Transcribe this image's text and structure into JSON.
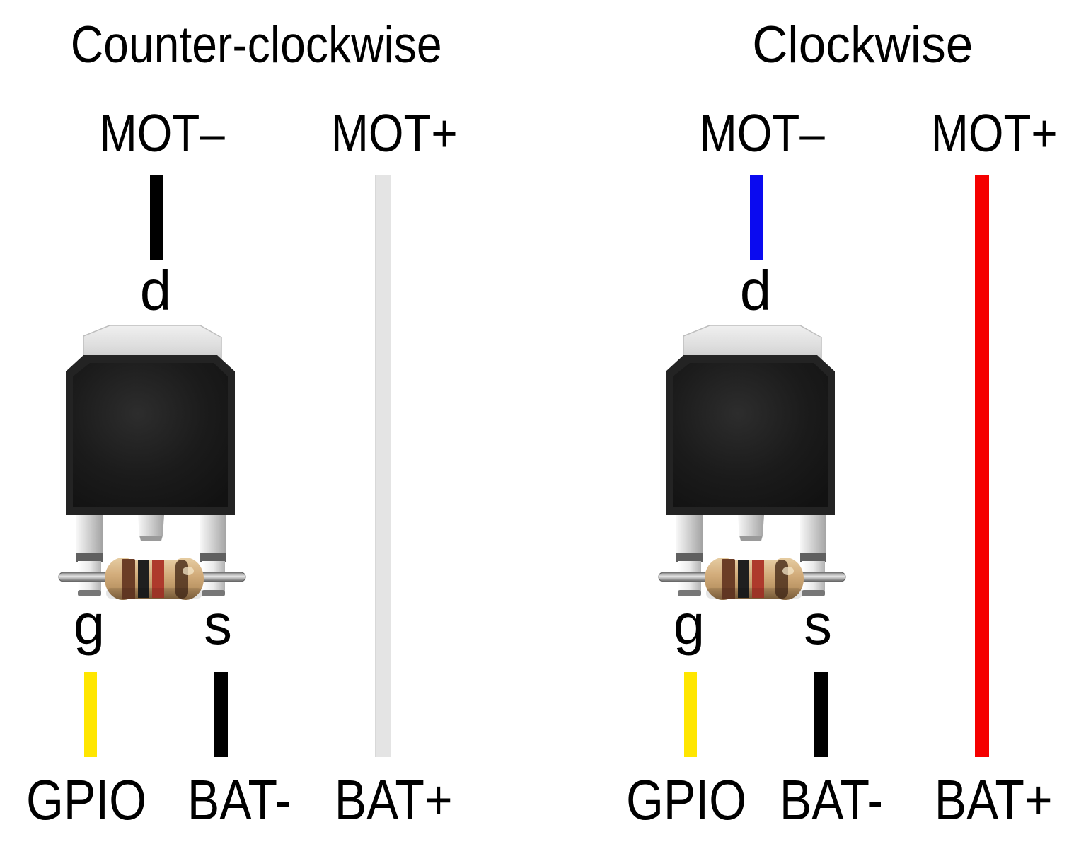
{
  "panels": [
    {
      "title": "Counter-clockwise",
      "labels": {
        "mot_minus": "MOT–",
        "mot_plus": "MOT+",
        "drain": "d",
        "gate": "g",
        "source": "s",
        "gpio": "GPIO",
        "bat_minus": "BAT-",
        "bat_plus": "BAT+"
      },
      "wire_colors": {
        "mot_minus": "#000000",
        "gpio": "#ffe600",
        "bat_minus": "#000000",
        "mot_plus_bat_plus": "#e4e4e4"
      }
    },
    {
      "title": "Clockwise",
      "labels": {
        "mot_minus": "MOT–",
        "mot_plus": "MOT+",
        "drain": "d",
        "gate": "g",
        "source": "s",
        "gpio": "GPIO",
        "bat_minus": "BAT-",
        "bat_plus": "BAT+"
      },
      "wire_colors": {
        "mot_minus": "#0a0af0",
        "gpio": "#ffe600",
        "bat_minus": "#000000",
        "mot_plus_bat_plus": "#f50000"
      }
    }
  ],
  "component": {
    "name": "dpak-mosfet-with-gate-source-resistor",
    "resistor_band_colors": [
      "#6b3d26",
      "#1f1f1f",
      "#ae3a2c"
    ]
  }
}
